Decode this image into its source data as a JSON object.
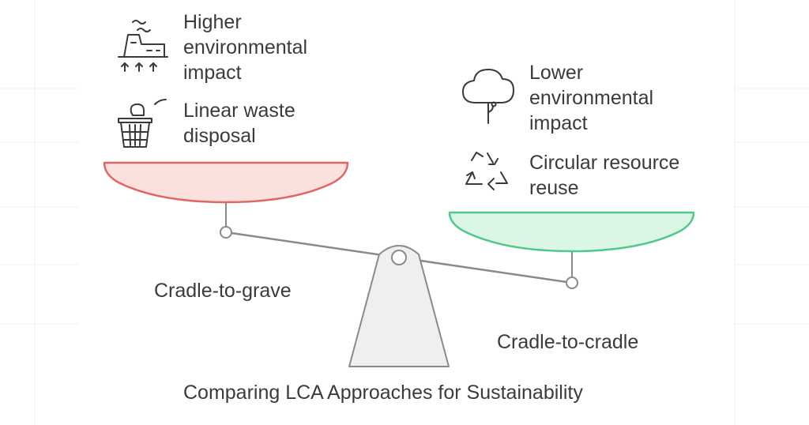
{
  "diagram": {
    "title": "Comparing LCA Approaches for Sustainability",
    "left_side": {
      "label": "Cradle-to-grave",
      "pan_color": "#e06666",
      "pan_fill": "#fbe1de",
      "items": [
        {
          "icon": "factory-pollution-icon",
          "lines": [
            "Higher",
            "environmental",
            "impact"
          ]
        },
        {
          "icon": "trash-bin-icon",
          "lines": [
            "Linear waste",
            "disposal"
          ]
        }
      ]
    },
    "right_side": {
      "label": "Cradle-to-cradle",
      "pan_color": "#4fc98a",
      "pan_fill": "#dcf6e6",
      "items": [
        {
          "icon": "tree-cloud-icon",
          "lines": [
            "Lower",
            "environmental",
            "impact"
          ]
        },
        {
          "icon": "recycle-icon",
          "lines": [
            "Circular resource",
            "reuse"
          ]
        }
      ]
    },
    "fulcrum_fill": "#efefef",
    "line_color": "#8a8a8a"
  }
}
